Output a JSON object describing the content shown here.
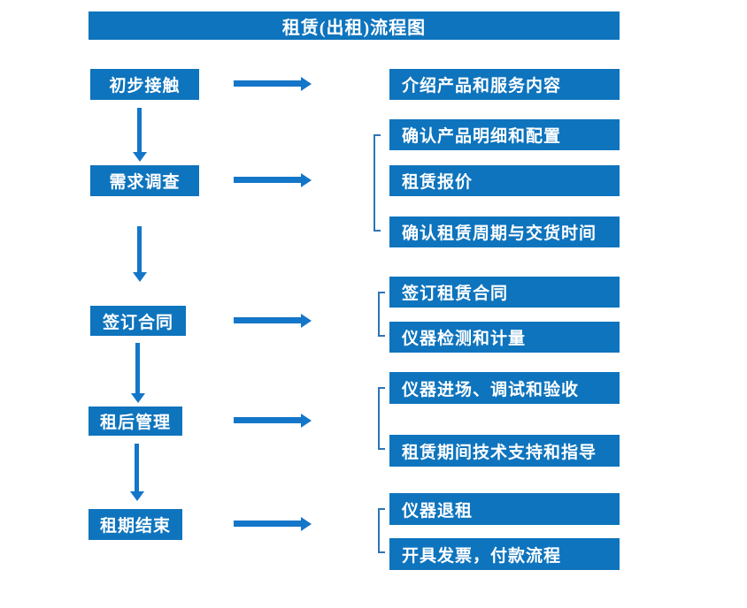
{
  "title": "租赁(出租)流程图",
  "colors": {
    "primary": "#0E74BD",
    "arrow": "#1476C8",
    "bracket": "#2E74B5",
    "text_on_primary": "#FFFFFF",
    "background": "#FFFFFF"
  },
  "flow": [
    {
      "step": "初步接触",
      "details": [
        "介绍产品和服务内容"
      ]
    },
    {
      "step": "需求调查",
      "details": [
        "确认产品明细和配置",
        "租赁报价",
        "确认租赁周期与交货时间"
      ]
    },
    {
      "step": "签订合同",
      "details": [
        "签订租赁合同",
        "仪器检测和计量"
      ]
    },
    {
      "step": "租后管理",
      "details": [
        "仪器进场、调试和验收",
        "租赁期间技术支持和指导"
      ]
    },
    {
      "step": "租期结束",
      "details": [
        "仪器退租",
        "开具发票，付款流程"
      ]
    }
  ]
}
